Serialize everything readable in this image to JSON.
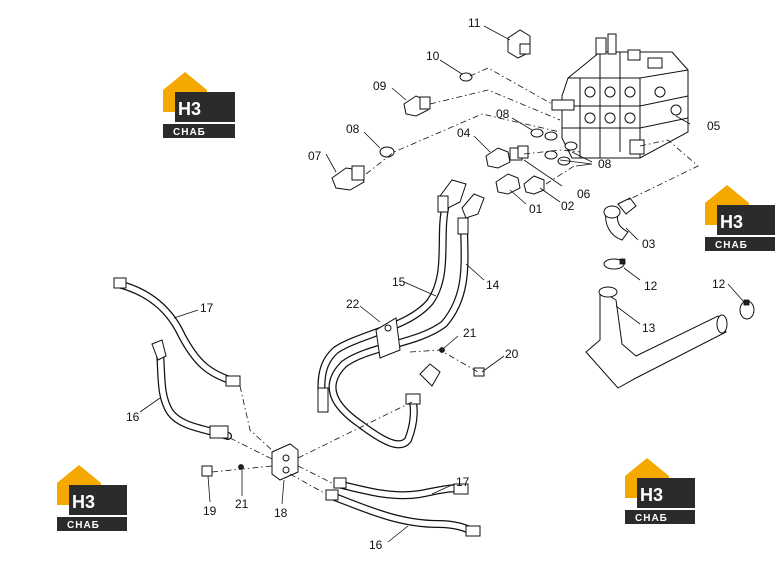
{
  "logo": {
    "mark": "H3",
    "name": "СНАБ",
    "brand_color": "#f5a800",
    "dark_color": "#2b2b2b"
  },
  "labels": {
    "p11": "11",
    "p10": "10",
    "p09": "09",
    "p08a": "08",
    "p08b": "08",
    "p08c": "08",
    "p07": "07",
    "p04": "04",
    "p05": "05",
    "p06": "06",
    "p01": "01",
    "p02": "02",
    "p03": "03",
    "p12a": "12",
    "p12b": "12",
    "p13": "13",
    "p15": "15",
    "p14": "14",
    "p22": "22",
    "p21a": "21",
    "p20": "20",
    "p17a": "17",
    "p16a": "16",
    "p19": "19",
    "p21b": "21",
    "p18": "18",
    "p17b": "17",
    "p16b": "16"
  }
}
